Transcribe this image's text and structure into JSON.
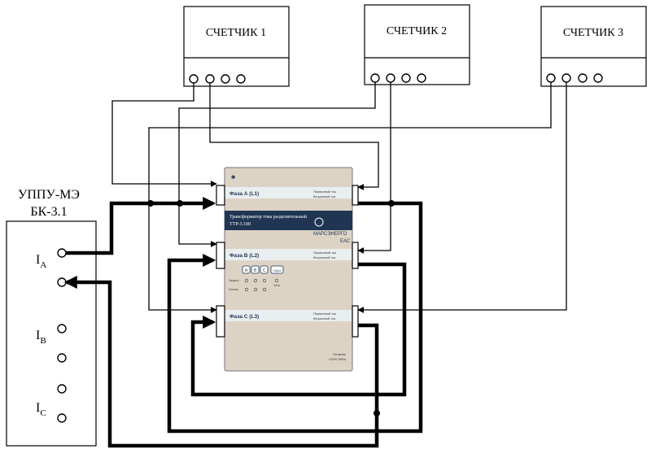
{
  "meters": [
    {
      "label": "СЧЕТЧИК 1"
    },
    {
      "label": "СЧЕТЧИК 2"
    },
    {
      "label": "СЧЕТЧИК 3"
    }
  ],
  "source": {
    "title_line1": "УППУ-МЭ",
    "title_line2": "БК-3.1",
    "terminals": [
      {
        "letter": "I",
        "sub": "A"
      },
      {
        "letter": "I",
        "sub": "B"
      },
      {
        "letter": "I",
        "sub": "C"
      }
    ]
  },
  "transformer": {
    "title_line1": "Трансформатор тока разделительный",
    "title_line2": "ТТР-3.100",
    "brand": "МАРСЭНЕРГО",
    "phases": [
      {
        "label": "Фаза А (L1)",
        "primary": "Первичный ток",
        "secondary": "Вторичный ток"
      },
      {
        "label": "Фаза В (L2)",
        "primary": "Первичный ток",
        "secondary": "Вторичный ток"
      },
      {
        "label": "Фаза С (L3)",
        "primary": "Первичный ток",
        "secondary": "Вторичный ток"
      }
    ],
    "buttons": [
      "A",
      "B",
      "C",
      "Сброс"
    ],
    "indicators": {
      "protection": "Защита",
      "signal": "Сигнал",
      "network": "Сеть"
    },
    "power_line1": "Питание",
    "power_line2": "~230V 50Hz",
    "mark": "EAC"
  },
  "colors": {
    "panel": "#ddd3c5",
    "band": "#e9eef0",
    "navy": "#1f3553",
    "wire": "#000000"
  }
}
